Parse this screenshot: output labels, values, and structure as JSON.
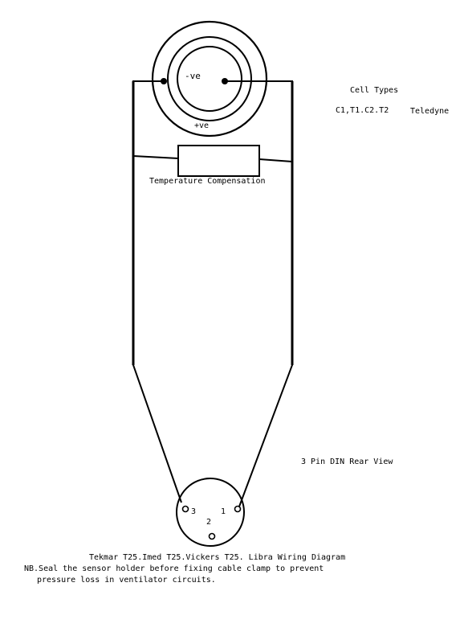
{
  "labels": {
    "cell_types_title": "Cell Types",
    "cell_types_list": "C1,T1.C2.T2",
    "manufacturer": "Teledyne",
    "negative_terminal": "-ve",
    "positive_terminal": "+ve",
    "temperature_compensation": "Temperature Compensation",
    "din_view": "3 Pin DIN Rear View",
    "pin_3": "3",
    "pin_1": "1",
    "pin_2": "2"
  },
  "caption": {
    "title": "Tekmar T25.Imed T25.Vickers T25. Libra Wiring Diagram",
    "note_line_1": "NB.Seal the sensor  holder before fixing cable clamp to prevent",
    "note_line_2": "pressure loss in ventilator circuits."
  },
  "colors": {
    "ink": "#000000",
    "background": "#ffffff"
  }
}
